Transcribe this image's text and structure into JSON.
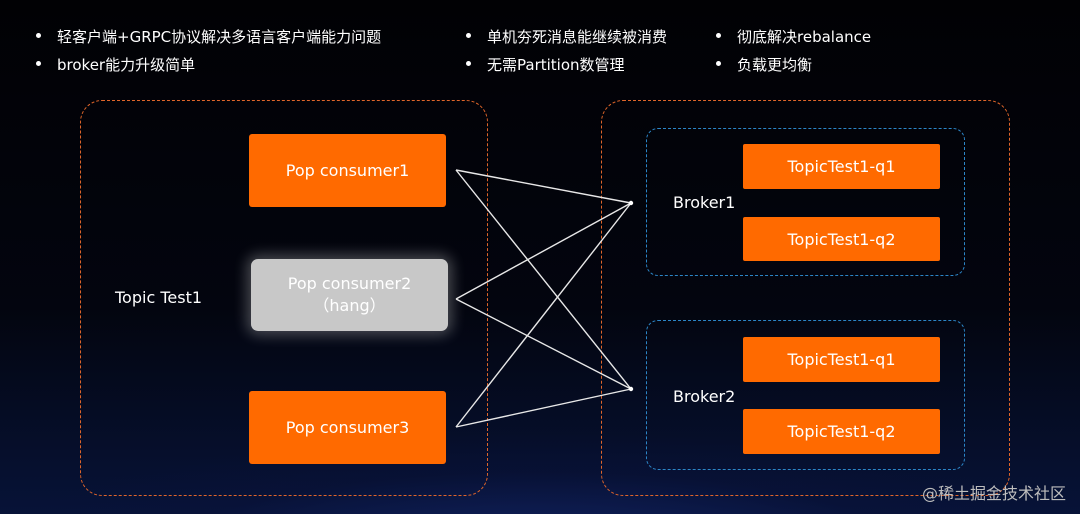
{
  "bullets": [
    {
      "text": "轻客户端+GRPC协议解决多语言客户端能力问题"
    },
    {
      "text": "broker能力升级简单"
    },
    {
      "text": "单机夯死消息能继续被消费"
    },
    {
      "text": "无需Partition数管理"
    },
    {
      "text": "彻底解决rebalance"
    },
    {
      "text": "负载更均衡"
    }
  ],
  "topic": {
    "label": "Topic Test1"
  },
  "consumers": [
    {
      "label": "Pop consumer1"
    },
    {
      "label": "Pop consumer2",
      "sublabel": "（hang）"
    },
    {
      "label": "Pop consumer3"
    }
  ],
  "brokers": [
    {
      "label": "Broker1",
      "queues": [
        "TopicTest1-q1",
        "TopicTest1-q2"
      ]
    },
    {
      "label": "Broker2",
      "queues": [
        "TopicTest1-q1",
        "TopicTest1-q2"
      ]
    }
  ],
  "colors": {
    "accent_orange": "#ff6a00",
    "group_border": "#e0652a",
    "broker_border": "#2c86c8",
    "hang_gray": "#c8c8c8"
  },
  "watermark": "@稀土掘金技术社区"
}
